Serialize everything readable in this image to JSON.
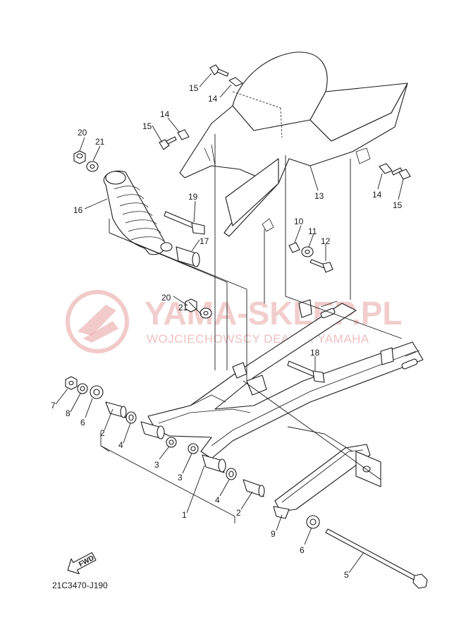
{
  "watermark": {
    "title": "YAMA-SKLEP.PL",
    "subtitle": "WOJCIECHOWSCY DEALER YAMAHA",
    "color": "#e9a6a6"
  },
  "diagram_code": "21C3470-J190",
  "fwd_label": "FWD",
  "parts": {
    "1": "1",
    "2": "2",
    "3": "3",
    "4": "4",
    "5": "5",
    "6": "6",
    "7": "7",
    "8": "8",
    "9": "9",
    "10": "10",
    "11": "11",
    "12": "12",
    "13": "13",
    "14": "14",
    "15": "15",
    "16": "16",
    "17": "17",
    "18": "18",
    "19": "19",
    "20": "20",
    "21": "21"
  },
  "colors": {
    "line": "#1a1a1a",
    "background": "#ffffff"
  }
}
